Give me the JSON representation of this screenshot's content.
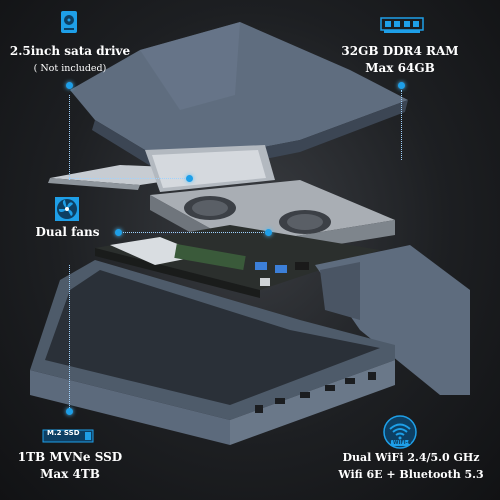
{
  "hdd": {
    "title": "2.5inch sata drive",
    "subtitle": "( Not included)",
    "icon": "hard-drive-icon"
  },
  "ram": {
    "title": "32GB DDR4 RAM",
    "subtitle": "Max 64GB",
    "icon": "ram-module-icon"
  },
  "fans": {
    "title": "Dual fans",
    "icon": "fan-icon"
  },
  "ssd": {
    "title": "1TB MVNe SSD",
    "subtitle": "Max 4TB",
    "icon": "m2-ssd-icon",
    "badge": "M.2 SSD"
  },
  "wifi": {
    "title": "Dual WiFi 2.4/5.0 GHz",
    "subtitle": "Wifi 6E + Bluetooth 5.3",
    "icon": "wifi-icon",
    "badge": "WIFI-6"
  },
  "colors": {
    "accent": "#1e9fe8",
    "chassis": "#5c6a7c",
    "background": "#1d1f22"
  }
}
